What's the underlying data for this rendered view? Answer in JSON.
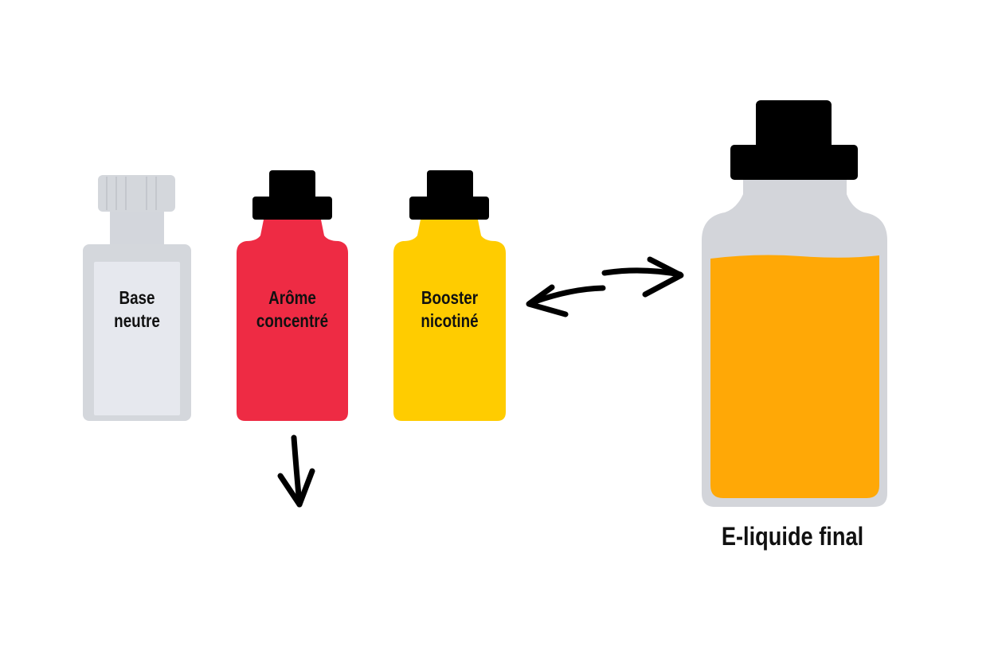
{
  "bottles": [
    {
      "id": "base",
      "label_line1": "Base",
      "label_line2": "neutre",
      "color": "#E6E8EE",
      "cap_color": "#D4D7DC"
    },
    {
      "id": "arome",
      "label_line1": "Arôme",
      "label_line2": "concentré",
      "color": "#EE2B44",
      "cap_color": "#000000"
    },
    {
      "id": "booster",
      "label_line1": "Booster",
      "label_line2": "nicotiné",
      "color": "#FFCC00",
      "cap_color": "#000000"
    }
  ],
  "final_bottle": {
    "label": "E-liquide final",
    "liquid_color": "#FFA806",
    "glass_color": "#D3D5DA",
    "cap_color": "#000000"
  },
  "arrows": [
    {
      "id": "arrow-down",
      "direction": "down"
    },
    {
      "id": "arrow-double",
      "direction": "both"
    }
  ]
}
